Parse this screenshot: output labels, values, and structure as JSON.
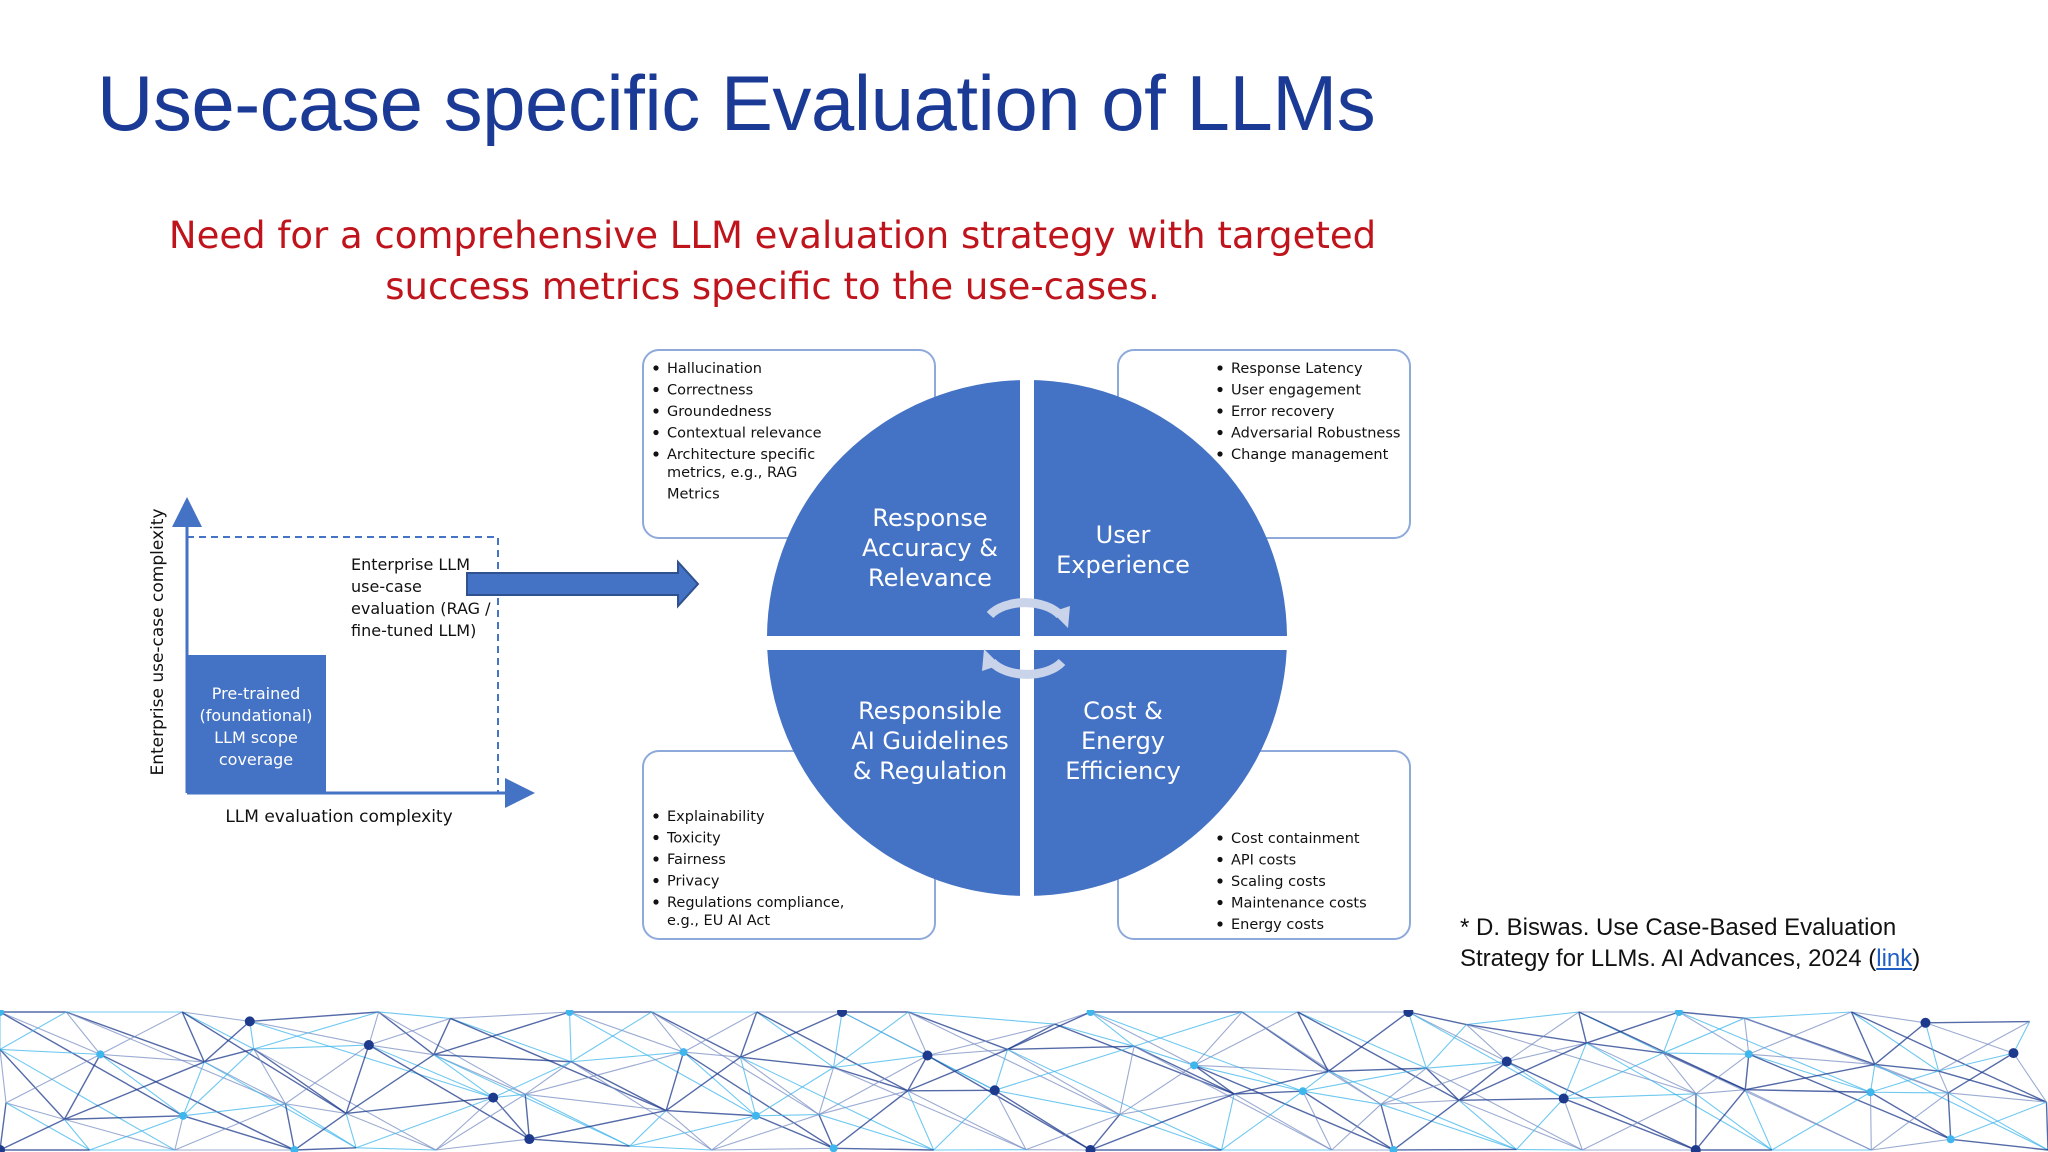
{
  "slide": {
    "title": "Use-case specific Evaluation of LLMs",
    "subtitle_line1": "Need for a comprehensive LLM evaluation strategy with targeted",
    "subtitle_line2": "success metrics specific to the use-cases."
  },
  "left_chart": {
    "y_axis_label": "Enterprise use-case complexity",
    "x_axis_label": "LLM evaluation complexity",
    "pretrained_box": [
      "Pre-trained",
      "(foundational)",
      "LLM scope",
      "coverage"
    ],
    "enterprise_label": [
      "Enterprise LLM",
      "use-case",
      "evaluation (RAG /",
      "fine-tuned LLM)"
    ]
  },
  "quadrants": {
    "response_accuracy": {
      "title": [
        "Response",
        "Accuracy &",
        "Relevance"
      ],
      "metrics": [
        "Hallucination",
        "Correctness",
        "Groundedness",
        "Contextual relevance",
        "Architecture specific",
        "metrics, e.g., RAG",
        "Metrics"
      ]
    },
    "user_experience": {
      "title": [
        "User",
        "Experience"
      ],
      "metrics": [
        "Response Latency",
        "User engagement",
        "Error recovery",
        "Adversarial Robustness",
        "Change management"
      ]
    },
    "responsible_ai": {
      "title": [
        "Responsible",
        "AI Guidelines",
        "& Regulation"
      ],
      "metrics": [
        "Explainability",
        "Toxicity",
        "Fairness",
        "Privacy",
        "Regulations compliance,",
        "e.g., EU AI Act"
      ]
    },
    "cost_energy": {
      "title": [
        "Cost &",
        "Energy",
        "Efficiency"
      ],
      "metrics": [
        "Cost containment",
        "API costs",
        "Scaling costs",
        "Maintenance costs",
        "Energy costs"
      ]
    }
  },
  "citation": {
    "line1": "* D. Biswas. Use Case-Based Evaluation",
    "line2_prefix": "Strategy for LLMs. AI Advances, 2024 (",
    "link_text": "link",
    "line2_suffix": ")"
  },
  "colors": {
    "title": "#1a3a96",
    "subtitle": "#c0141c",
    "quadrant_fill": "#4472c4",
    "box_border": "#8eaadb",
    "network_dark": "#1d3a8c",
    "network_light": "#3fb6ec"
  }
}
